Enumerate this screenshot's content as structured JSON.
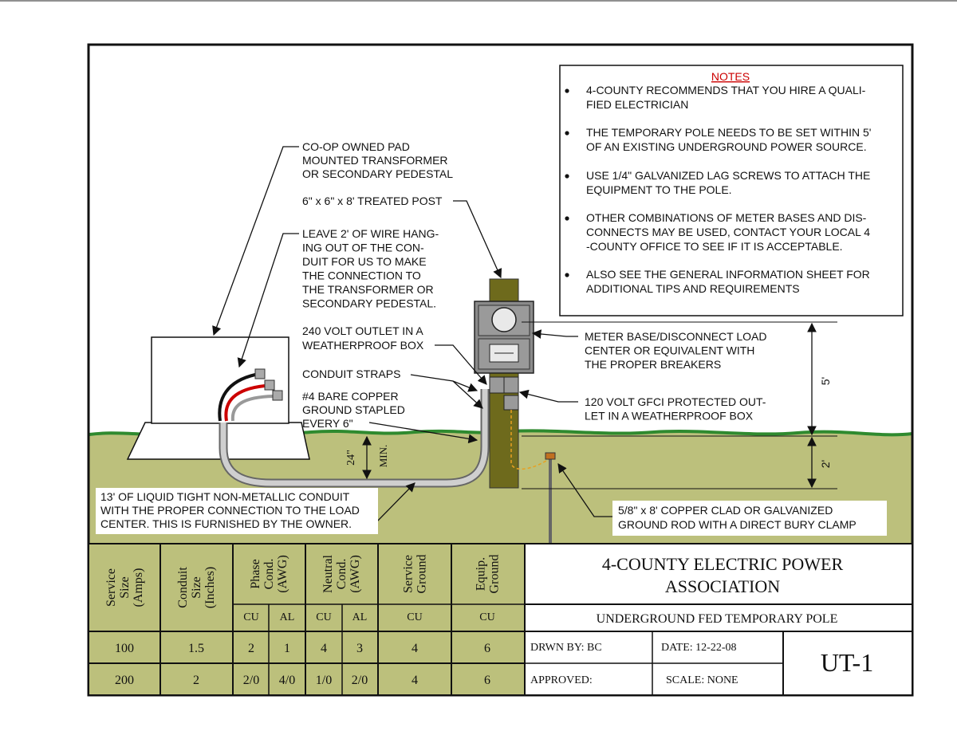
{
  "notes": {
    "title": "NOTES",
    "items": [
      [
        "4-COUNTY RECOMMENDS THAT YOU HIRE A QUALI-",
        "FIED ELECTRICIAN"
      ],
      [
        "THE TEMPORARY POLE NEEDS TO BE SET WITHIN 5'",
        "OF AN EXISTING UNDERGROUND POWER SOURCE."
      ],
      [
        "USE 1/4\" GALVANIZED LAG SCREWS TO ATTACH THE",
        "EQUIPMENT TO THE POLE."
      ],
      [
        "OTHER COMBINATIONS OF METER BASES AND DIS-",
        "CONNECTS MAY BE USED, CONTACT YOUR LOCAL 4",
        "-COUNTY OFFICE TO SEE IF IT IS ACCEPTABLE."
      ],
      [
        "ALSO SEE THE GENERAL INFORMATION SHEET FOR",
        "ADDITIONAL TIPS AND REQUIREMENTS"
      ]
    ]
  },
  "labels": {
    "transformer": [
      "CO-OP OWNED PAD",
      "MOUNTED TRANSFORMER",
      "OR SECONDARY PEDESTAL"
    ],
    "post": [
      "6\" x 6\" x 8' TREATED POST"
    ],
    "wire": [
      "LEAVE 2' OF WIRE HANG-",
      "ING OUT OF THE CON-",
      "DUIT FOR US TO MAKE",
      "THE CONNECTION TO",
      "THE TRANSFORMER OR",
      "SECONDARY PEDESTAL."
    ],
    "outlet240": [
      "240 VOLT OUTLET IN A",
      "WEATHERPROOF BOX"
    ],
    "straps": [
      "CONDUIT STRAPS"
    ],
    "ground": [
      "#4 BARE COPPER",
      "GROUND STAPLED",
      "EVERY 6\""
    ],
    "meter": [
      "METER BASE/DISCONNECT LOAD",
      "CENTER OR EQUIVALENT WITH",
      "THE PROPER BREAKERS"
    ],
    "gfci": [
      "120 VOLT GFCI PROTECTED OUT-",
      "LET IN A WEATHERPROOF BOX"
    ],
    "conduit": [
      "13' OF LIQUID TIGHT NON-METALLIC CONDUIT",
      "WITH THE PROPER CONNECTION TO THE LOAD",
      "CENTER. THIS IS FURNISHED BY THE OWNER."
    ],
    "rod": [
      "5/8\" x  8' COPPER CLAD OR GALVANIZED",
      "GROUND ROD WITH A DIRECT BURY CLAMP"
    ]
  },
  "dimensions": {
    "depth": "24\"",
    "min": "MIN.",
    "height_above": "5'",
    "height_below": "2'"
  },
  "table": {
    "headers": [
      [
        "Service",
        "Size",
        "(Amps)"
      ],
      [
        "Conduit",
        "Size",
        "(Inches)"
      ],
      [
        "Phase",
        "Cond.",
        "(AWG)"
      ],
      [
        "Neutral",
        "Cond.",
        "(AWG)"
      ],
      [
        "Service",
        "Ground"
      ],
      [
        "Equip.",
        "Ground"
      ]
    ],
    "subheaders": [
      "CU",
      "AL",
      "CU",
      "AL",
      "CU",
      "CU"
    ],
    "rows": [
      [
        "100",
        "1.5",
        "2",
        "1",
        "4",
        "3",
        "4",
        "6"
      ],
      [
        "200",
        "2",
        "2/0",
        "4/0",
        "1/0",
        "2/0",
        "4",
        "6"
      ]
    ]
  },
  "title_block": {
    "company": [
      "4-COUNTY ELECTRIC POWER",
      "ASSOCIATION"
    ],
    "drawing_title": "UNDERGROUND FED TEMPORARY POLE",
    "drawn_by": "DRWN BY: BC",
    "date": "DATE: 12-22-08",
    "approved": "APPROVED:",
    "scale": "SCALE: NONE",
    "drawing_number": "UT-1"
  },
  "colors": {
    "ground": "#bcc07c",
    "grass": "#2f8a2f",
    "post": "#6e6a1c",
    "box": "#8a8a8a",
    "notes_title": "#cc0000"
  }
}
